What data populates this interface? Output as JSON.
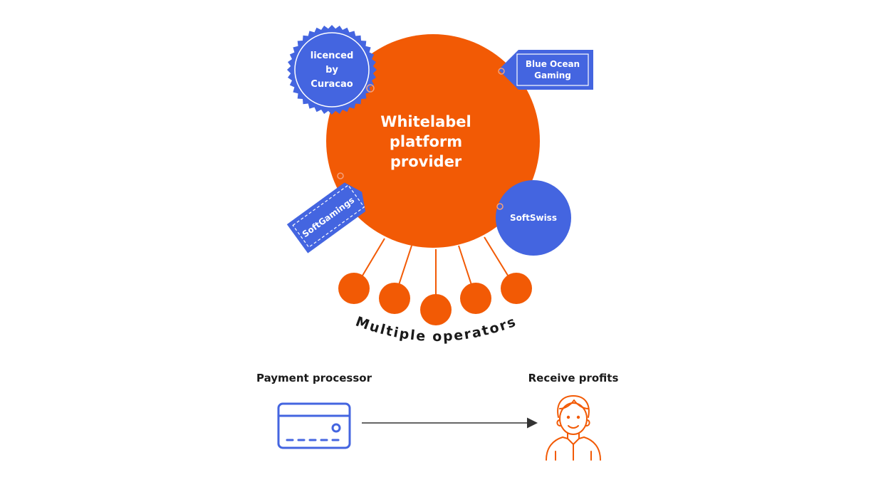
{
  "colors": {
    "orange": "#F25A05",
    "blue": "#4465E0",
    "white": "#FFFFFF",
    "text": "#1A1A1A",
    "arrow": "#333333"
  },
  "platform": {
    "lines": [
      "Whitelabel",
      "platform",
      "provider"
    ]
  },
  "tags": {
    "curacao": {
      "lines": [
        "licenced",
        "by",
        "Curacao"
      ]
    },
    "blue_ocean": {
      "lines": [
        "Blue Ocean",
        "Gaming"
      ]
    },
    "softgamings": {
      "label": "SoftGamings"
    },
    "softswiss": {
      "label": "SoftSwiss"
    }
  },
  "operators": {
    "label": "Multiple operators",
    "count": 5
  },
  "payment": {
    "label": "Payment processor",
    "icon": "credit-card-icon"
  },
  "profits": {
    "label": "Receive profits",
    "icon": "person-icon"
  }
}
